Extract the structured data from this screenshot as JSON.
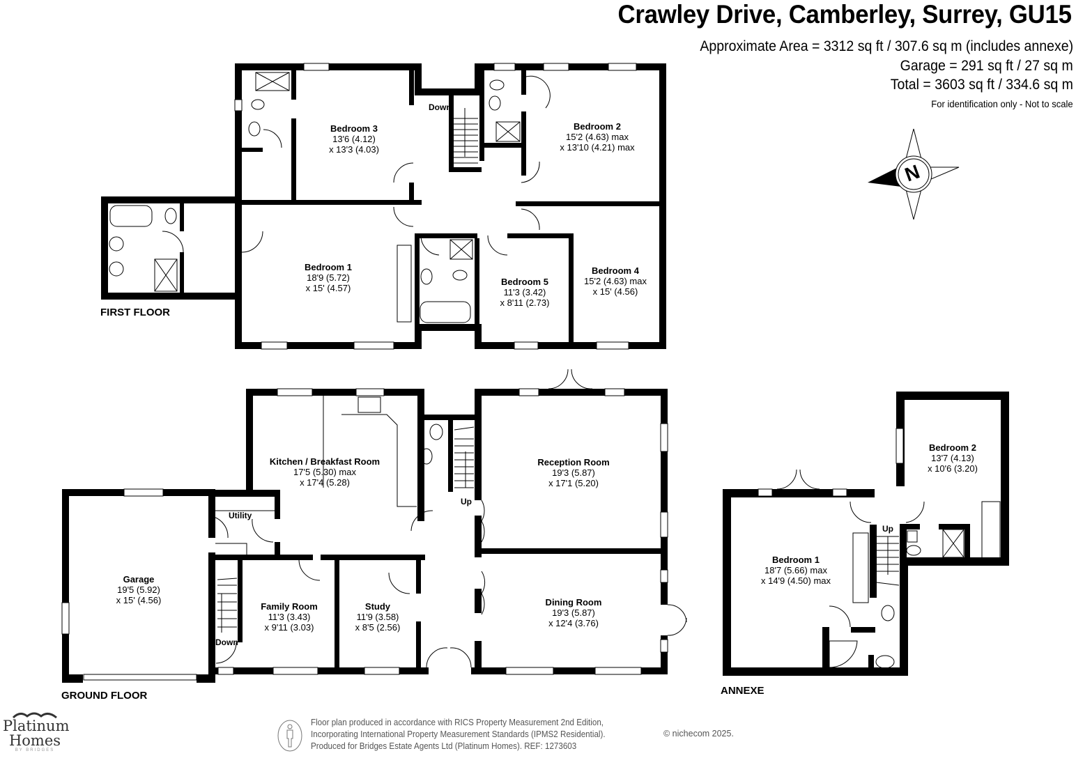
{
  "header": {
    "title": "Crawley Drive, Camberley, Surrey, GU15",
    "approx_area": "Approximate Area = 3312 sq ft / 307.6 sq m (includes annexe)",
    "garage_area": "Garage = 291 sq ft / 27 sq m",
    "total_area": "Total = 3603 sq ft / 334.6 sq m",
    "disclaimer": "For identification only - Not to scale"
  },
  "compass": {
    "icon": "north-compass-icon",
    "letter": "N"
  },
  "floors": {
    "first": {
      "label": "FIRST FLOOR",
      "stairs_label": "Down",
      "rooms": [
        {
          "name": "Bedroom 3",
          "dim1": "13'6 (4.12)",
          "dim2": "x 13'3 (4.03)"
        },
        {
          "name": "Bedroom 2",
          "dim1": "15'2 (4.63) max",
          "dim2": "x 13'10 (4.21) max"
        },
        {
          "name": "Bedroom 1",
          "dim1": "18'9 (5.72)",
          "dim2": "x 15' (4.57)"
        },
        {
          "name": "Bedroom 5",
          "dim1": "11'3 (3.42)",
          "dim2": "x 8'11 (2.73)"
        },
        {
          "name": "Bedroom 4",
          "dim1": "15'2 (4.63) max",
          "dim2": "x 15' (4.56)"
        }
      ]
    },
    "ground": {
      "label": "GROUND FLOOR",
      "stairs_up_label": "Up",
      "stairs_down_label": "Down",
      "utility_label": "Utility",
      "rooms": [
        {
          "name": "Kitchen / Breakfast Room",
          "dim1": "17'5 (5.30) max",
          "dim2": "x 17'4 (5.28)"
        },
        {
          "name": "Reception Room",
          "dim1": "19'3 (5.87)",
          "dim2": "x 17'1 (5.20)"
        },
        {
          "name": "Garage",
          "dim1": "19'5 (5.92)",
          "dim2": "x 15' (4.56)"
        },
        {
          "name": "Family Room",
          "dim1": "11'3 (3.43)",
          "dim2": "x 9'11 (3.03)"
        },
        {
          "name": "Study",
          "dim1": "11'9 (3.58)",
          "dim2": "x 8'5 (2.56)"
        },
        {
          "name": "Dining Room",
          "dim1": "19'3 (5.87)",
          "dim2": "x 12'4 (3.76)"
        }
      ]
    },
    "annexe": {
      "label": "ANNEXE",
      "stairs_label": "Up",
      "rooms": [
        {
          "name": "Bedroom 1",
          "dim1": "18'7 (5.66) max",
          "dim2": "x 14'9 (4.50) max"
        },
        {
          "name": "Bedroom 2",
          "dim1": "13'7 (4.13)",
          "dim2": "x 10'6 (3.20)"
        }
      ]
    }
  },
  "footer": {
    "line1": "Floor plan produced in accordance with RICS Property Measurement 2nd Edition,",
    "line2": "Incorporating International Property Measurement Standards (IPMS2 Residential).",
    "line3": "Produced for Bridges Estate Agents Ltd (Platinum Homes).   REF: 1273603",
    "copyright": "© nichecom 2025."
  },
  "logo": {
    "line1": "Platinum",
    "line2": "Homes",
    "line3": "BY BRIDGES"
  }
}
